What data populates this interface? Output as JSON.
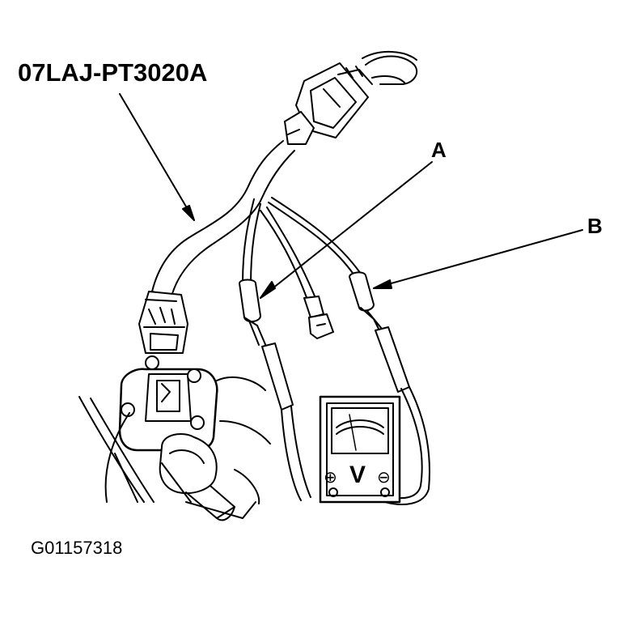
{
  "labels": {
    "tool_part_number": "07LAJ-PT3020A",
    "callout_a": "A",
    "callout_b": "B",
    "figure_code": "G01157318"
  },
  "meter": {
    "plus_symbol": "⊕",
    "unit_symbol": "V",
    "minus_symbol": "⊖"
  },
  "colors": {
    "ink": "#000000",
    "background": "#ffffff"
  }
}
